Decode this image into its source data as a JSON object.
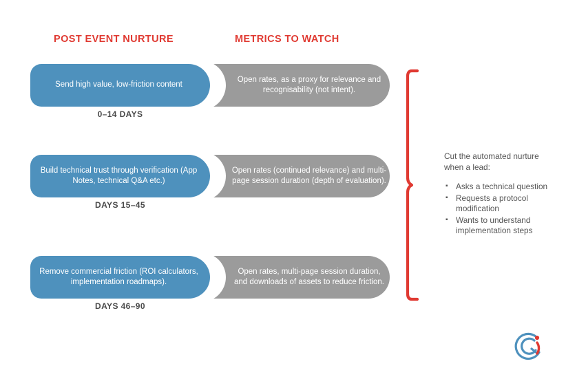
{
  "headers": {
    "left": "POST EVENT NURTURE",
    "right": "METRICS TO WATCH"
  },
  "colors": {
    "accent_red": "#e03a32",
    "action_blue": "#4e91bd",
    "metric_gray": "#9b9b9b",
    "text_gray": "#555555",
    "day_label_gray": "#4a4a4a"
  },
  "rows": [
    {
      "action": "Send high value, low-friction content",
      "metric": "Open rates, as a proxy for relevance and recognisability (not intent).",
      "days": "0–14 DAYS"
    },
    {
      "action": "Build technical trust through verification (App Notes, technical Q&A etc.)",
      "metric": "Open rates (continued relevance) and multi-page session duration (depth of evaluation).",
      "days": "DAYS 15–45"
    },
    {
      "action": "Remove commercial friction (ROI calculators, implementation roadmaps).",
      "metric": "Open rates, multi-page session duration, and downloads of assets to reduce friction.",
      "days": "DAYS 46–90"
    }
  ],
  "note": {
    "title": "Cut the automated nurture when a lead:",
    "items": [
      "Asks a technical question",
      "Requests a protocol modification",
      "Wants to understand implementation steps"
    ]
  },
  "logo": {
    "name": "brand-logo",
    "blue": "#4e91bd",
    "red": "#e03a32"
  }
}
